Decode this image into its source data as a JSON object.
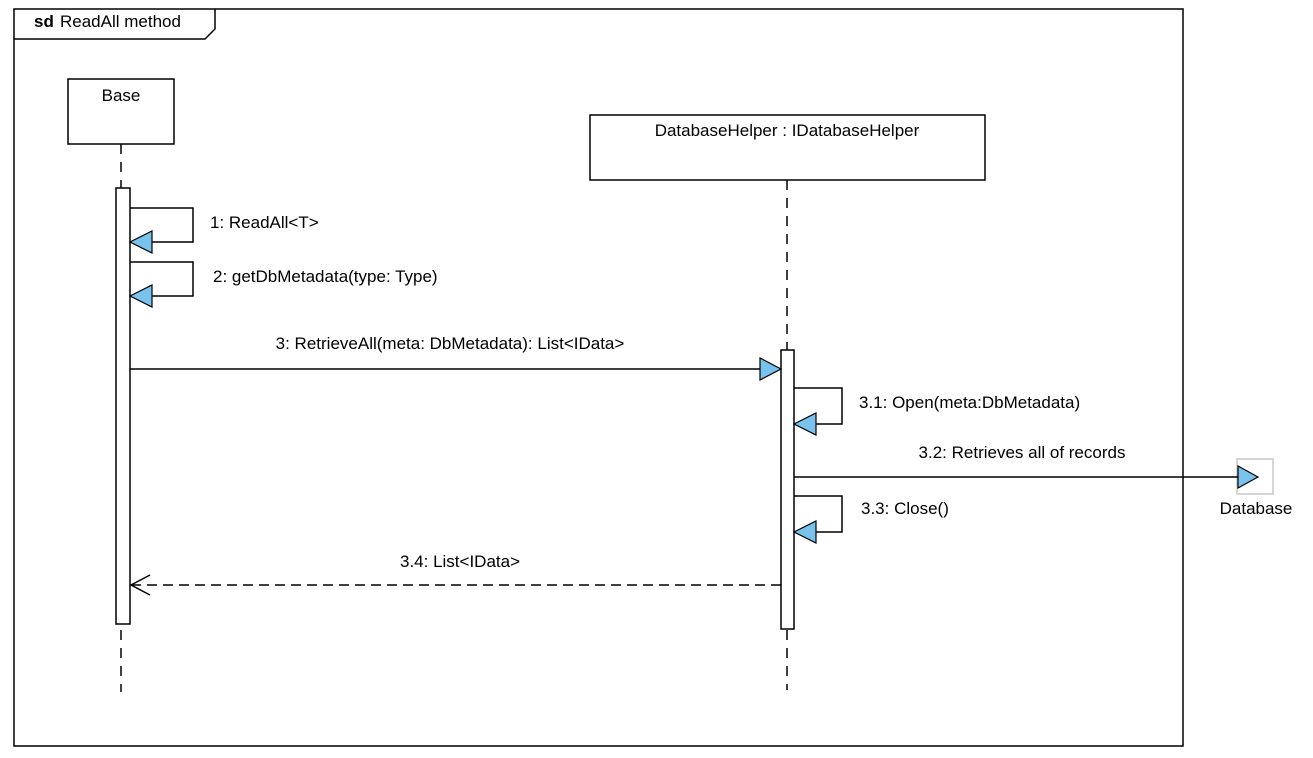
{
  "frame": {
    "keyword": "sd",
    "name": "ReadAll method"
  },
  "lifelines": {
    "base": {
      "label": "Base"
    },
    "helper": {
      "label": "DatabaseHelper : IDatabaseHelper"
    },
    "database": {
      "label": "Database"
    }
  },
  "messages": [
    {
      "id": "m1",
      "label": "1: ReadAll<T>",
      "kind": "self-call"
    },
    {
      "id": "m2",
      "label": "2: getDbMetadata(type: Type)",
      "kind": "self-call"
    },
    {
      "id": "m3",
      "label": "3: RetrieveAll(meta: DbMetadata): List<IData>",
      "kind": "call"
    },
    {
      "id": "m31",
      "label": "3.1: Open(meta:DbMetadata)",
      "kind": "self-call"
    },
    {
      "id": "m32",
      "label": "3.2: Retrieves all of records",
      "kind": "call"
    },
    {
      "id": "m33",
      "label": "3.3: Close()",
      "kind": "self-call"
    },
    {
      "id": "m34",
      "label": "3.4: List<IData>",
      "kind": "return"
    }
  ],
  "colors": {
    "arrowhead_fill": "#79c2ee",
    "line": "#000000",
    "database_box": "#c8c8c8"
  }
}
